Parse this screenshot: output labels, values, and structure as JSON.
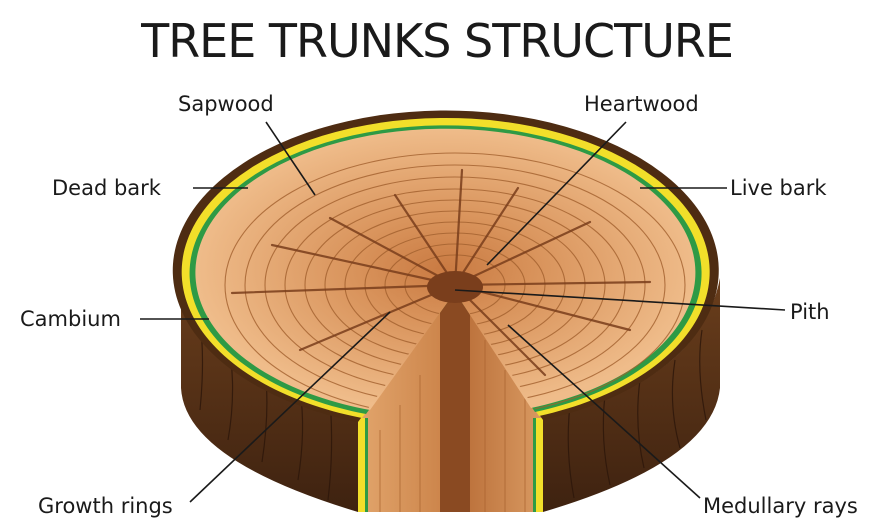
{
  "title": "TREE TRUNKS STRUCTURE",
  "labels": {
    "sapwood": "Sapwood",
    "heartwood": "Heartwood",
    "dead_bark": "Dead bark",
    "live_bark": "Live bark",
    "cambium": "Cambium",
    "pith": "Pith",
    "growth_rings": "Growth rings",
    "medullary_rays": "Medullary rays"
  },
  "colors": {
    "dead_bark": "#5a3418",
    "live_bark_yellow": "#f2df2a",
    "cambium_green": "#2e9a45",
    "sapwood": "#e6ac78",
    "heartwood": "#c97a42",
    "pith": "#7a3e1c",
    "leader_line": "#1a1a1a"
  }
}
